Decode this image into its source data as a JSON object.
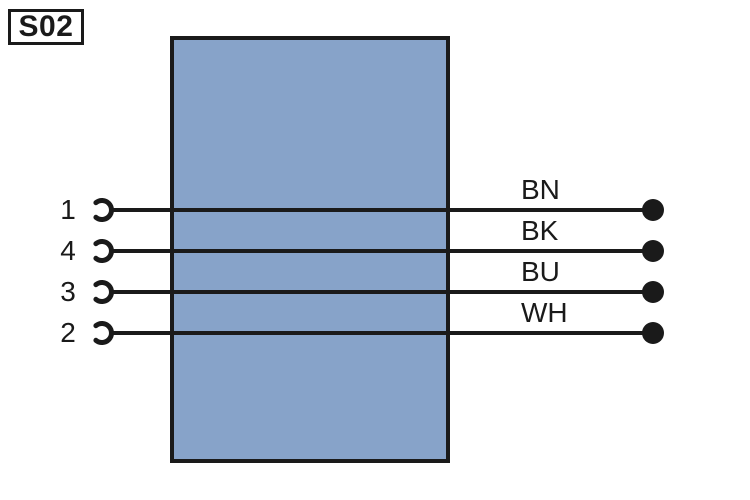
{
  "component": {
    "label": "S02"
  },
  "pins": [
    {
      "pin": "1",
      "wire_color_code": "BN"
    },
    {
      "pin": "4",
      "wire_color_code": "BK"
    },
    {
      "pin": "3",
      "wire_color_code": "BU"
    },
    {
      "pin": "2",
      "wire_color_code": "WH"
    }
  ],
  "icons": {
    "socket_contact": "socket-contact-icon",
    "endpoint": "wire-endpoint-dot"
  },
  "colors": {
    "body_fill": "#87A3C9",
    "ink": "#1a1a1a",
    "paper": "#ffffff"
  }
}
